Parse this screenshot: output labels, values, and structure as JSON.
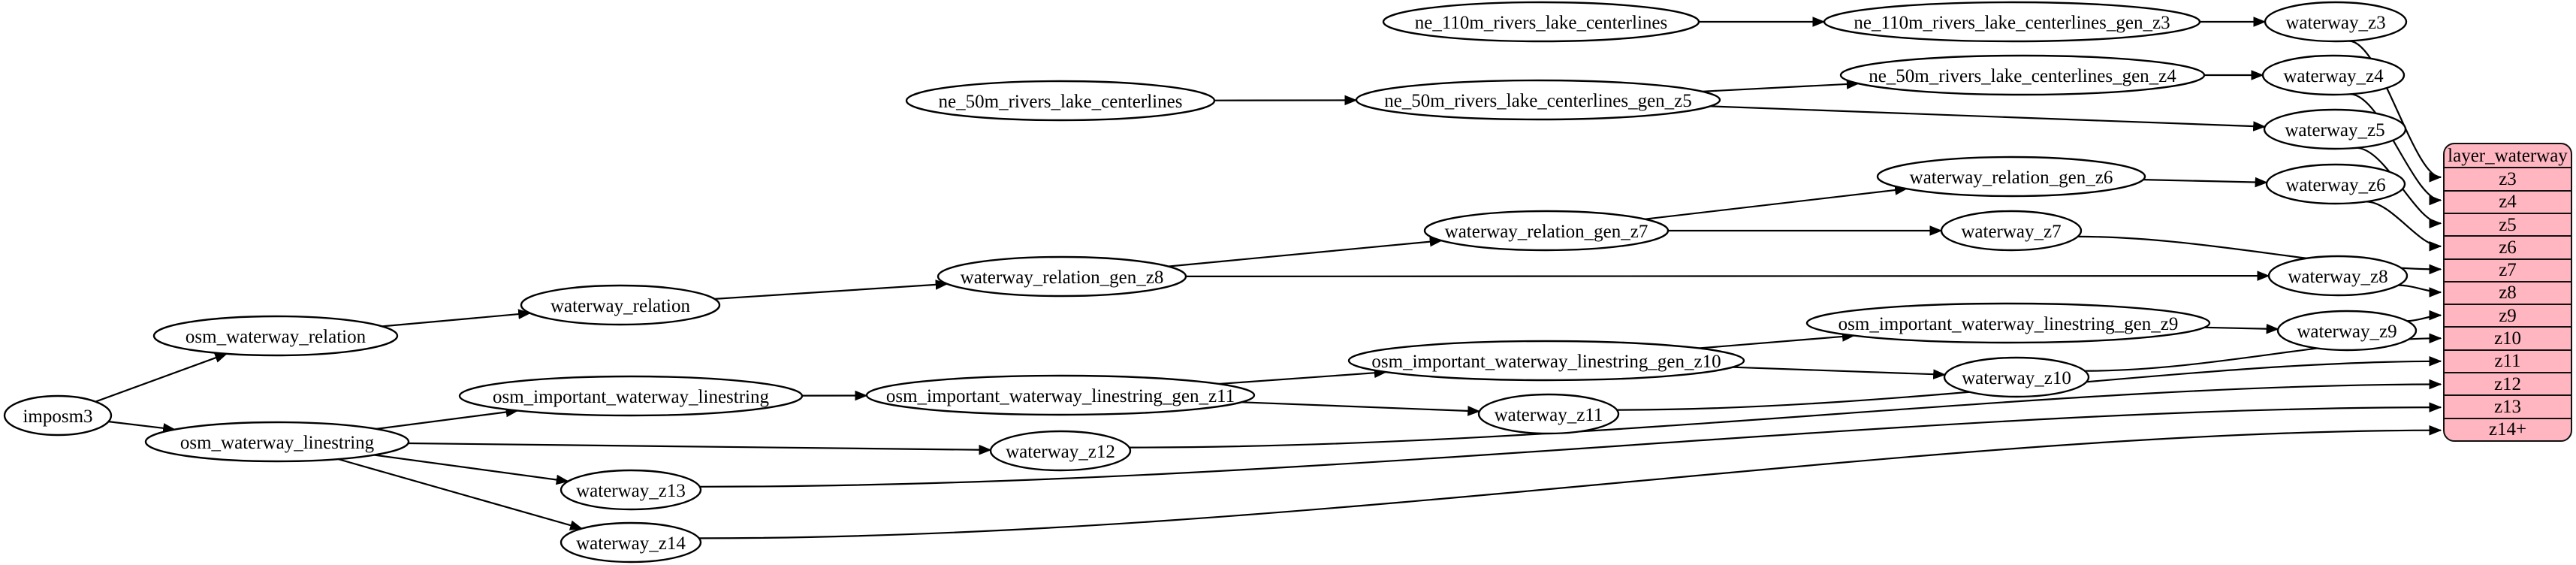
{
  "diagram": {
    "background_color": "#ffffff",
    "node_fill_color": "#ffffff",
    "node_stroke_color": "#000000",
    "edge_color": "#000000",
    "nodes": [
      {
        "id": "imposm3",
        "label": "imposm3"
      },
      {
        "id": "osm_waterway_relation",
        "label": "osm_waterway_relation"
      },
      {
        "id": "osm_waterway_linestring",
        "label": "osm_waterway_linestring"
      },
      {
        "id": "waterway_relation",
        "label": "waterway_relation"
      },
      {
        "id": "osm_important_waterway_linestring",
        "label": "osm_important_waterway_linestring"
      },
      {
        "id": "waterway_z13",
        "label": "waterway_z13"
      },
      {
        "id": "waterway_z14",
        "label": "waterway_z14"
      },
      {
        "id": "ne_50m_rivers_lake_centerlines",
        "label": "ne_50m_rivers_lake_centerlines"
      },
      {
        "id": "waterway_relation_gen_z8",
        "label": "waterway_relation_gen_z8"
      },
      {
        "id": "osm_important_waterway_linestring_gen_z11",
        "label": "osm_important_waterway_linestring_gen_z11"
      },
      {
        "id": "waterway_z12",
        "label": "waterway_z12"
      },
      {
        "id": "ne_110m_rivers_lake_centerlines",
        "label": "ne_110m_rivers_lake_centerlines"
      },
      {
        "id": "ne_50m_rivers_lake_centerlines_gen_z5",
        "label": "ne_50m_rivers_lake_centerlines_gen_z5"
      },
      {
        "id": "waterway_relation_gen_z7",
        "label": "waterway_relation_gen_z7"
      },
      {
        "id": "osm_important_waterway_linestring_gen_z10",
        "label": "osm_important_waterway_linestring_gen_z10"
      },
      {
        "id": "waterway_z11",
        "label": "waterway_z11"
      },
      {
        "id": "ne_110m_rivers_lake_centerlines_gen_z3",
        "label": "ne_110m_rivers_lake_centerlines_gen_z3"
      },
      {
        "id": "ne_50m_rivers_lake_centerlines_gen_z4",
        "label": "ne_50m_rivers_lake_centerlines_gen_z4"
      },
      {
        "id": "waterway_relation_gen_z6",
        "label": "waterway_relation_gen_z6"
      },
      {
        "id": "waterway_z7",
        "label": "waterway_z7"
      },
      {
        "id": "osm_important_waterway_linestring_gen_z9",
        "label": "osm_important_waterway_linestring_gen_z9"
      },
      {
        "id": "waterway_z10",
        "label": "waterway_z10"
      },
      {
        "id": "waterway_z3",
        "label": "waterway_z3"
      },
      {
        "id": "waterway_z4",
        "label": "waterway_z4"
      },
      {
        "id": "waterway_z5",
        "label": "waterway_z5"
      },
      {
        "id": "waterway_z6",
        "label": "waterway_z6"
      },
      {
        "id": "waterway_z8",
        "label": "waterway_z8"
      },
      {
        "id": "waterway_z9",
        "label": "waterway_z9"
      }
    ],
    "edges": [
      {
        "from": "imposm3",
        "to": "osm_waterway_relation"
      },
      {
        "from": "imposm3",
        "to": "osm_waterway_linestring"
      },
      {
        "from": "osm_waterway_relation",
        "to": "waterway_relation"
      },
      {
        "from": "waterway_relation",
        "to": "waterway_relation_gen_z8"
      },
      {
        "from": "waterway_relation_gen_z8",
        "to": "waterway_relation_gen_z7"
      },
      {
        "from": "waterway_relation_gen_z8",
        "to": "waterway_z8"
      },
      {
        "from": "waterway_relation_gen_z7",
        "to": "waterway_relation_gen_z6"
      },
      {
        "from": "waterway_relation_gen_z7",
        "to": "waterway_z7"
      },
      {
        "from": "waterway_relation_gen_z6",
        "to": "waterway_z6"
      },
      {
        "from": "osm_waterway_linestring",
        "to": "osm_important_waterway_linestring"
      },
      {
        "from": "osm_waterway_linestring",
        "to": "waterway_z12"
      },
      {
        "from": "osm_waterway_linestring",
        "to": "waterway_z13"
      },
      {
        "from": "osm_waterway_linestring",
        "to": "waterway_z14"
      },
      {
        "from": "osm_important_waterway_linestring",
        "to": "osm_important_waterway_linestring_gen_z11"
      },
      {
        "from": "osm_important_waterway_linestring_gen_z11",
        "to": "osm_important_waterway_linestring_gen_z10"
      },
      {
        "from": "osm_important_waterway_linestring_gen_z11",
        "to": "waterway_z11"
      },
      {
        "from": "osm_important_waterway_linestring_gen_z10",
        "to": "osm_important_waterway_linestring_gen_z9"
      },
      {
        "from": "osm_important_waterway_linestring_gen_z10",
        "to": "waterway_z10"
      },
      {
        "from": "osm_important_waterway_linestring_gen_z9",
        "to": "waterway_z9"
      },
      {
        "from": "ne_110m_rivers_lake_centerlines",
        "to": "ne_110m_rivers_lake_centerlines_gen_z3"
      },
      {
        "from": "ne_110m_rivers_lake_centerlines_gen_z3",
        "to": "waterway_z3"
      },
      {
        "from": "ne_50m_rivers_lake_centerlines",
        "to": "ne_50m_rivers_lake_centerlines_gen_z5"
      },
      {
        "from": "ne_50m_rivers_lake_centerlines_gen_z5",
        "to": "ne_50m_rivers_lake_centerlines_gen_z4"
      },
      {
        "from": "ne_50m_rivers_lake_centerlines_gen_z5",
        "to": "waterway_z5"
      },
      {
        "from": "ne_50m_rivers_lake_centerlines_gen_z4",
        "to": "waterway_z4"
      },
      {
        "from": "waterway_z3",
        "to": "layer_waterway:z3"
      },
      {
        "from": "waterway_z4",
        "to": "layer_waterway:z4"
      },
      {
        "from": "waterway_z5",
        "to": "layer_waterway:z5"
      },
      {
        "from": "waterway_z6",
        "to": "layer_waterway:z6"
      },
      {
        "from": "waterway_z7",
        "to": "layer_waterway:z7"
      },
      {
        "from": "waterway_z8",
        "to": "layer_waterway:z8"
      },
      {
        "from": "waterway_z9",
        "to": "layer_waterway:z9"
      },
      {
        "from": "waterway_z10",
        "to": "layer_waterway:z10"
      },
      {
        "from": "waterway_z11",
        "to": "layer_waterway:z11"
      },
      {
        "from": "waterway_z12",
        "to": "layer_waterway:z12"
      },
      {
        "from": "waterway_z13",
        "to": "layer_waterway:z13"
      },
      {
        "from": "waterway_z14",
        "to": "layer_waterway:z14+"
      }
    ],
    "table": {
      "title": "layer_waterway",
      "rows": [
        "z3",
        "z4",
        "z5",
        "z6",
        "z7",
        "z8",
        "z9",
        "z10",
        "z11",
        "z12",
        "z13",
        "z14+"
      ],
      "fill_color": "#ffb6c1",
      "stroke_color": "#101010"
    }
  }
}
